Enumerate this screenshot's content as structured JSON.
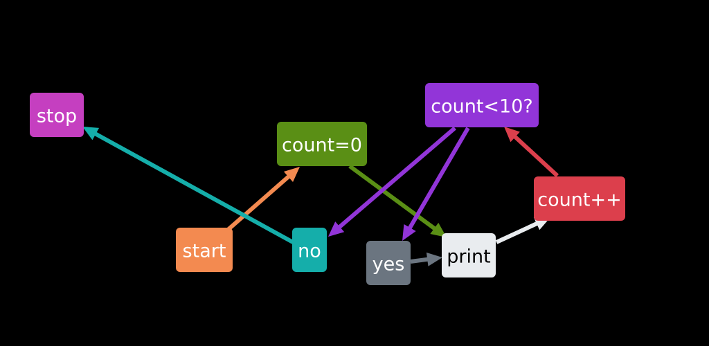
{
  "diagram": {
    "background": "#000000",
    "nodes": [
      {
        "id": "stop",
        "label": "stop",
        "color": "#c53fc0",
        "text_color": "#ffffff"
      },
      {
        "id": "count0",
        "label": "count=0",
        "color": "#5a8f15",
        "text_color": "#ffffff"
      },
      {
        "id": "countlt10",
        "label": "count<10?",
        "color": "#9235d8",
        "text_color": "#ffffff"
      },
      {
        "id": "countpp",
        "label": "count++",
        "color": "#dc3f4c",
        "text_color": "#ffffff"
      },
      {
        "id": "start",
        "label": "start",
        "color": "#f38a50",
        "text_color": "#ffffff"
      },
      {
        "id": "no",
        "label": "no",
        "color": "#15aeaa",
        "text_color": "#ffffff"
      },
      {
        "id": "yes",
        "label": "yes",
        "color": "#6b7580",
        "text_color": "#ffffff"
      },
      {
        "id": "print",
        "label": "print",
        "color": "#e9ecef",
        "text_color": "#000000"
      }
    ],
    "edges": [
      {
        "from": "start",
        "to": "count0",
        "color": "#f38a50"
      },
      {
        "from": "count0",
        "to": "print",
        "color": "#5a8f15"
      },
      {
        "from": "print",
        "to": "countpp",
        "color": "#e9ecef"
      },
      {
        "from": "countpp",
        "to": "countlt10",
        "color": "#dc3f4c"
      },
      {
        "from": "countlt10",
        "to": "yes",
        "color": "#9235d8"
      },
      {
        "from": "countlt10",
        "to": "no",
        "color": "#9235d8"
      },
      {
        "from": "yes",
        "to": "print",
        "color": "#6b7580"
      },
      {
        "from": "no",
        "to": "stop",
        "color": "#15aeaa"
      }
    ]
  }
}
